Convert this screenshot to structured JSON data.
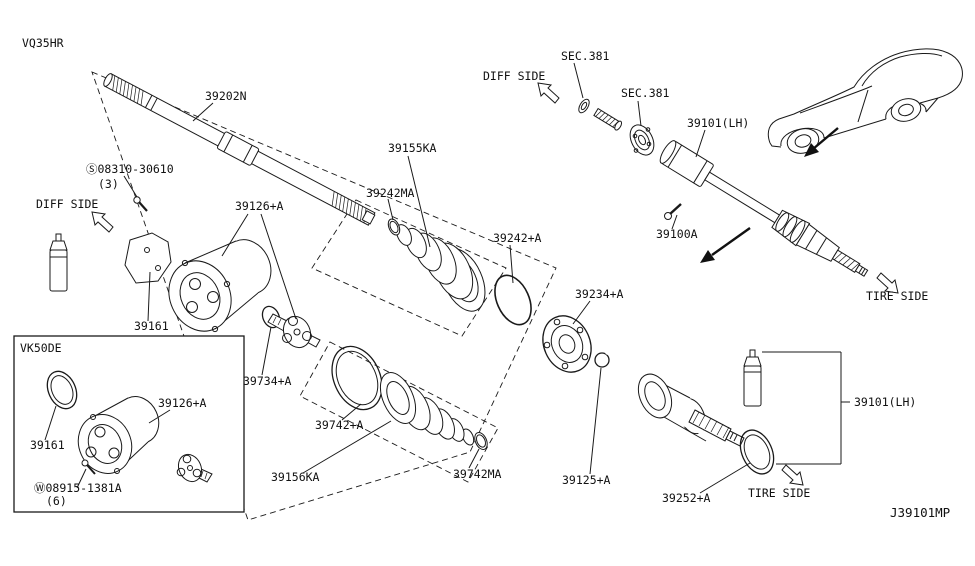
{
  "drawing": {
    "code": "J39101MP"
  },
  "variants": {
    "main": "VQ35HR",
    "alt": "VK50DE"
  },
  "directions": {
    "diff_top": "DIFF SIDE",
    "diff_left": "DIFF SIDE",
    "tire_right": "TIRE SIDE",
    "tire_bottom": "TIRE SIDE"
  },
  "parts": {
    "shaft": "39202N",
    "sec_a": "SEC.381",
    "sec_b": "SEC.381",
    "assy_top": "39101(LH)",
    "assy_right": "39101(LH)",
    "boot_kit_in": "39155KA",
    "band_in": "39242MA",
    "ring_in": "39242+A",
    "bolt": "39100A",
    "screw": "Ⓢ08310-30610",
    "screw_qty": "(3)",
    "shield_main": "39161",
    "joint_main": "39126+A",
    "snap_ring": "39734+A",
    "band_ring_out": "39742+A",
    "spider_assy": "39234+A",
    "shield_alt": "39161",
    "joint_alt": "39126+A",
    "boot_kit_out": "39156KA",
    "band_out": "39742MA",
    "clip": "39125+A",
    "seal": "39252+A",
    "washer": "Ⓦ08915-1381A",
    "washer_qty": "(6)"
  }
}
